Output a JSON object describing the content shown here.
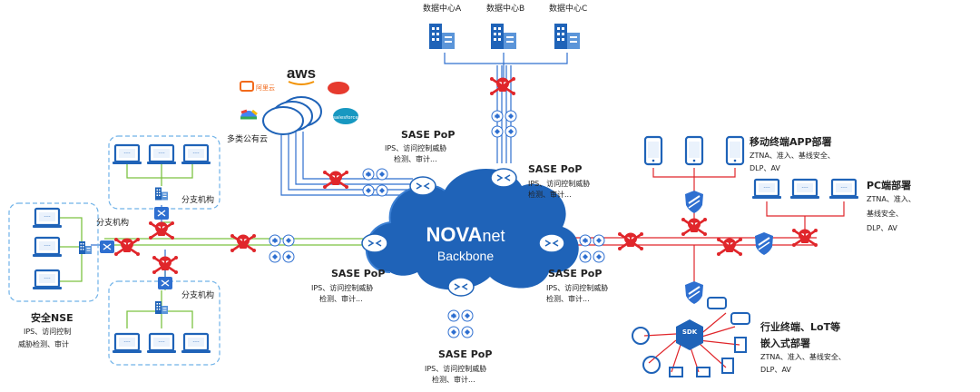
{
  "colors": {
    "cloud_blue": "#1f63b8",
    "line_blue": "#2f6fcf",
    "line_green": "#7cc242",
    "line_red": "#e0262b",
    "dash_border": "#6fb2e8",
    "skull": "#e0262b",
    "badge": "#2e6fd0"
  },
  "backbone": {
    "logo_main": "NOVA",
    "logo_suffix": "net",
    "label": "Backbone"
  },
  "data_centers": [
    "数据中心A",
    "数据中心B",
    "数据中心C"
  ],
  "public_cloud": {
    "label": "多类公有云",
    "providers": [
      "aws",
      "阿里云",
      "salesforce"
    ]
  },
  "sase_pops": {
    "top_left": {
      "title": "SASE PoP",
      "desc1": "IPS、访问控制威胁",
      "desc2": "检测、审计..."
    },
    "top_right": {
      "title": "SASE PoP",
      "desc1": "IPS、访问控制威胁",
      "desc2": "检测、审计..."
    },
    "left": {
      "title": "SASE PoP",
      "desc1": "IPS、访问控制威胁",
      "desc2": "检测、审计..."
    },
    "right": {
      "title": "SASE PoP",
      "desc1": "IPS、访问控制威胁",
      "desc2": "检测、审计..."
    },
    "bottom": {
      "title": "SASE PoP",
      "desc1": "IPS、访问控制威胁",
      "desc2": "检测、审计..."
    }
  },
  "badges": {
    "ips": "IPS"
  },
  "branches": {
    "top": "分支机构",
    "left": "分支机构",
    "bottom": "分支机构"
  },
  "nse": {
    "title": "安全NSE",
    "desc1": "IPS、访问控制",
    "desc2": "威胁检测、审计"
  },
  "mobile": {
    "title": "移动终端APP部署",
    "desc1": "ZTNA、准入、基线安全、",
    "desc2": "DLP、AV"
  },
  "pc": {
    "title": "PC端部署",
    "desc1": "ZTNA、准入、",
    "desc2": "基线安全、",
    "desc3": "DLP、AV"
  },
  "iot": {
    "title1": "行业终端、LoT等",
    "title2": "嵌入式部署",
    "desc1": "ZTNA、准入、基线安全、",
    "desc2": "DLP、AV",
    "sdk": "SDK"
  }
}
